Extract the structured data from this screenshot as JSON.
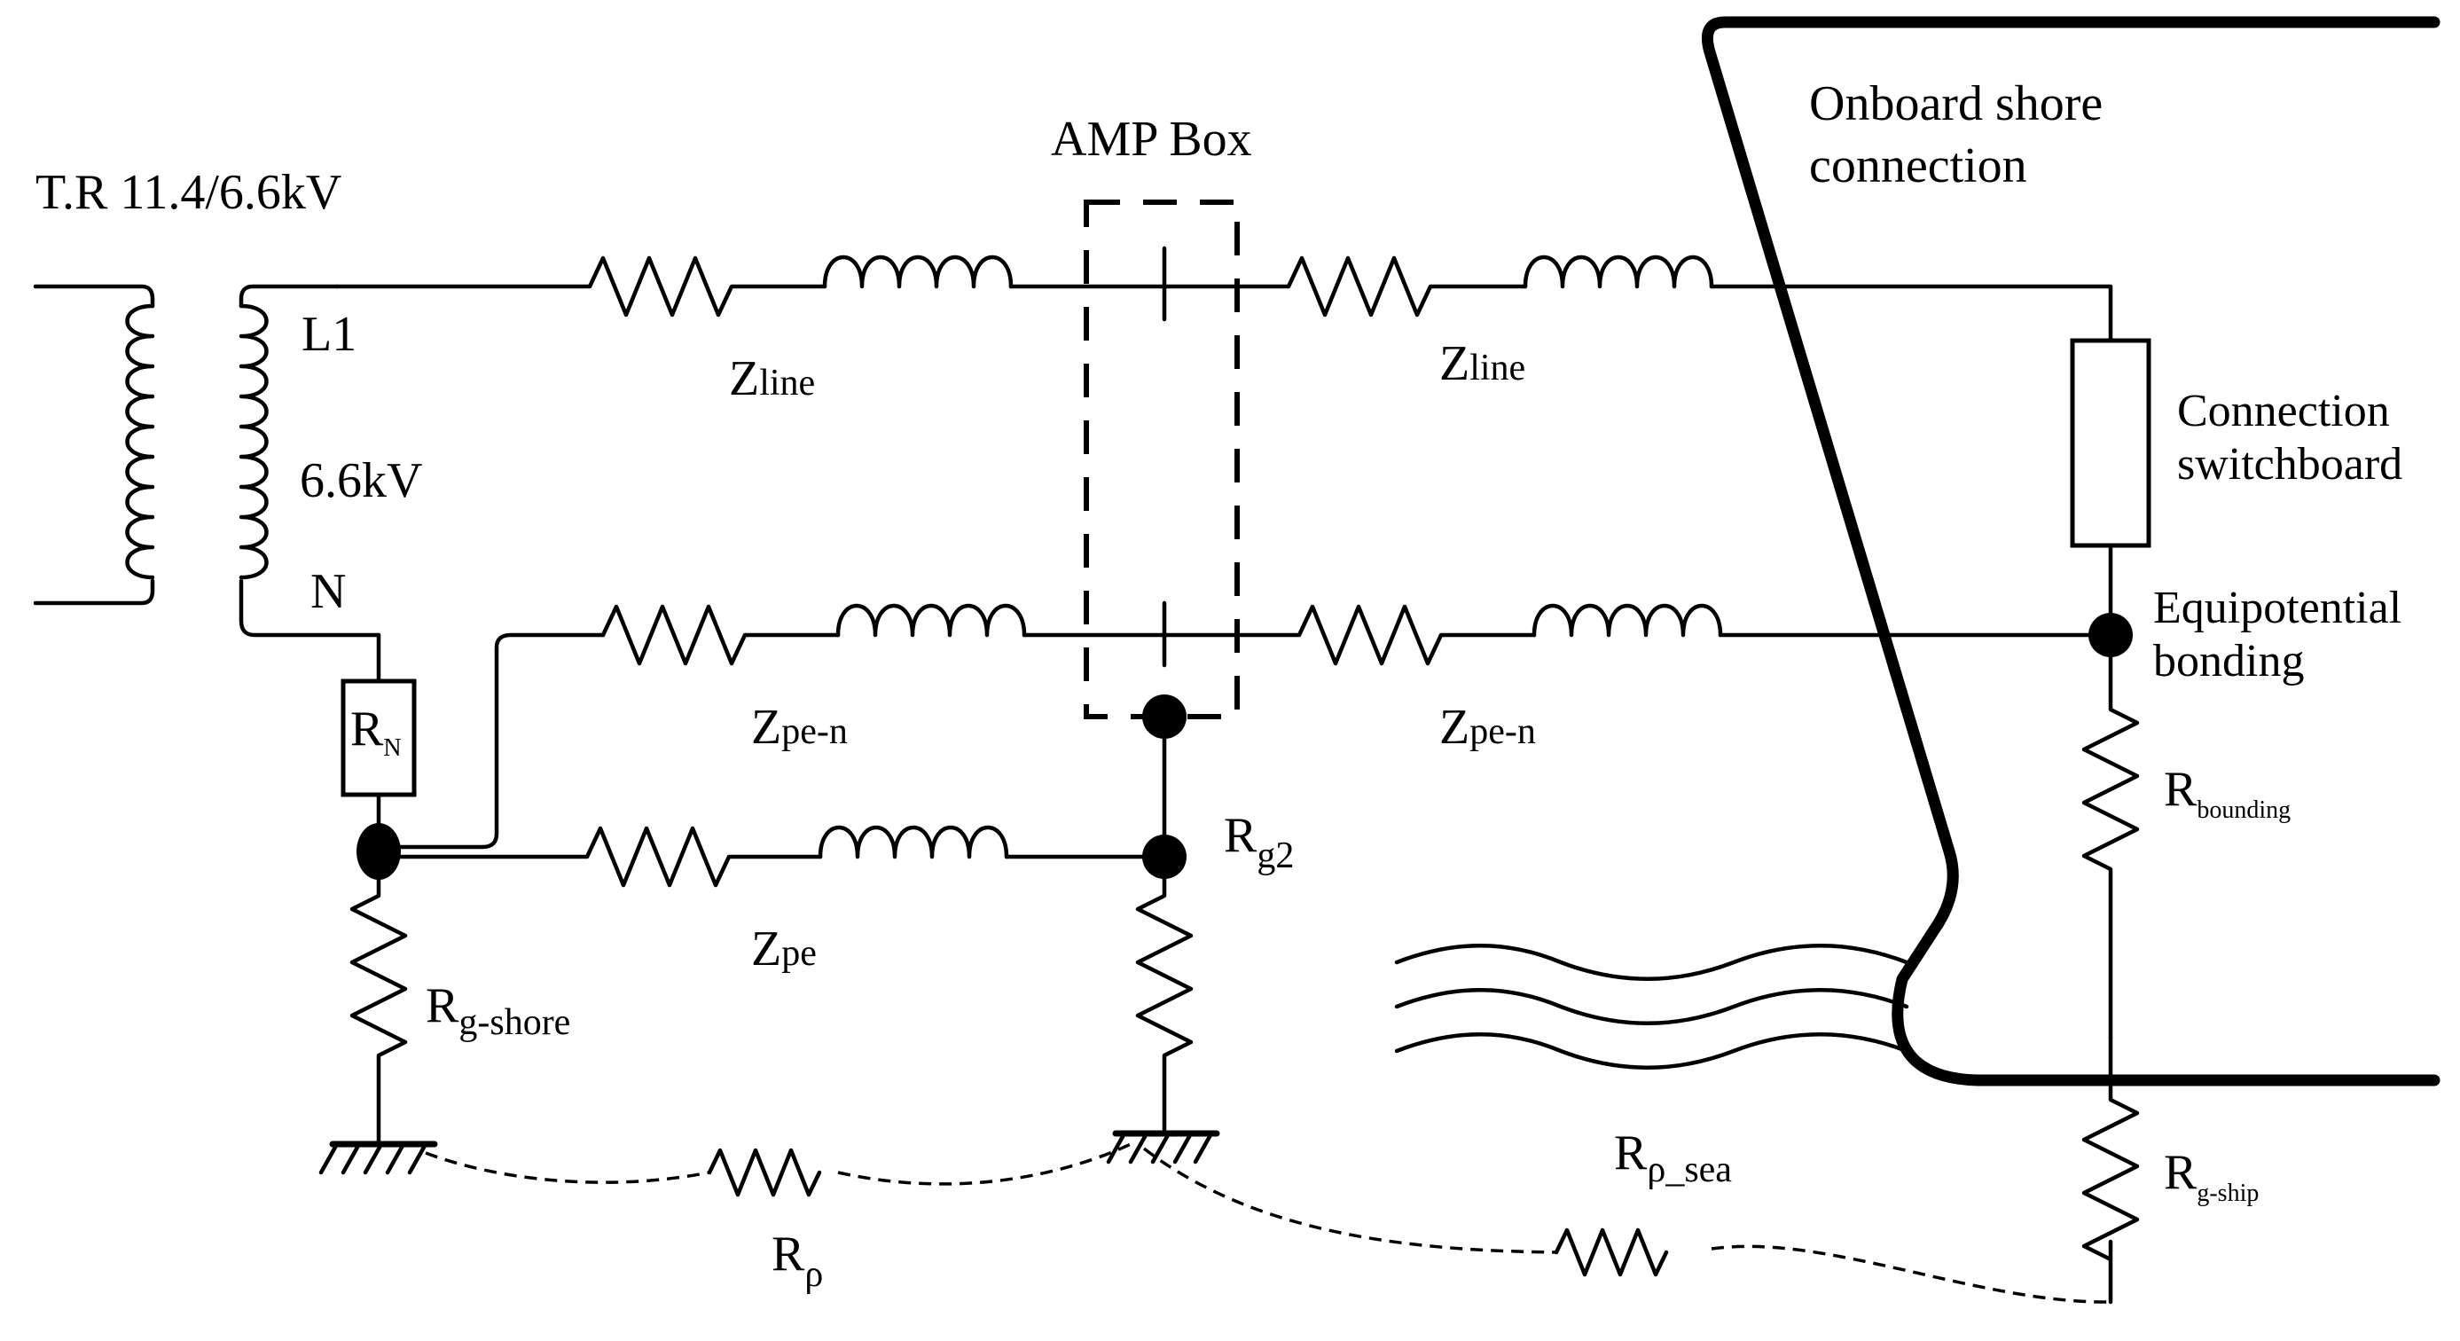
{
  "transformer": {
    "title": "T.R 11.4/6.6kV",
    "phase": "L1",
    "voltage": "6.6kV",
    "neutral": "N"
  },
  "amp_box": {
    "title": "AMP Box"
  },
  "ship": {
    "title_line1": "Onboard shore",
    "title_line2": "connection"
  },
  "switchboard": {
    "line1": "Connection",
    "line2": "switchboard"
  },
  "bonding": {
    "line1": "Equipotential",
    "line2": "bonding"
  },
  "impedances": {
    "z": "Z",
    "line_sub": "line",
    "pen_sub": "pe-n",
    "pe_sub": "pe"
  },
  "resistors": {
    "r": "R",
    "neutral_sub": "N",
    "g2_sub": "g2",
    "gshore_sub": "g-shore",
    "bonding_sub": "bounding",
    "gship_sub": "g-ship",
    "rho_sub": "ρ",
    "rhosea_sub": "ρ_sea"
  }
}
